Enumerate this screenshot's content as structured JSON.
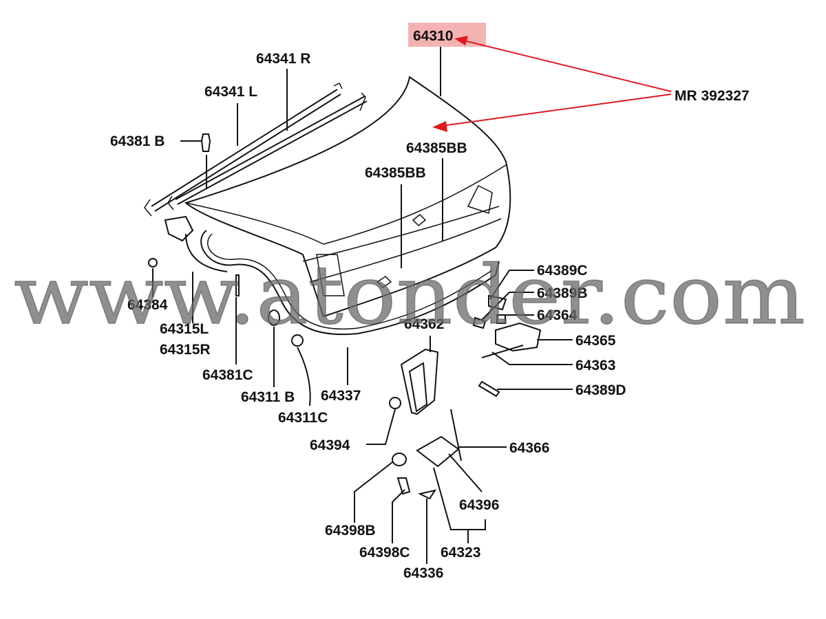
{
  "diagram": {
    "highlighted_part": "64310",
    "callout": "MR 392327",
    "accent_color": "#e0191d",
    "highlight_color": "#f4b3b3",
    "labels": {
      "p64341R": "64341 R",
      "p64341L": "64341 L",
      "p64381B": "64381 B",
      "p64385BB_a": "64385BB",
      "p64385BB_b": "64385BB",
      "p64384": "64384",
      "p64315L": "64315L",
      "p64315R": "64315R",
      "p64381C": "64381C",
      "p64311B": "64311 B",
      "p64337": "64337",
      "p64311C": "64311C",
      "p64362": "64362",
      "p64389C": "64389C",
      "p64389B": "64389B",
      "p64364": "64364",
      "p64365": "64365",
      "p64363": "64363",
      "p64389D": "64389D",
      "p64366": "64366",
      "p64394": "64394",
      "p64396": "64396",
      "p64398B": "64398B",
      "p64398C": "64398C",
      "p64323": "64323",
      "p64336": "64336"
    }
  },
  "watermark": "www.atonder.com"
}
